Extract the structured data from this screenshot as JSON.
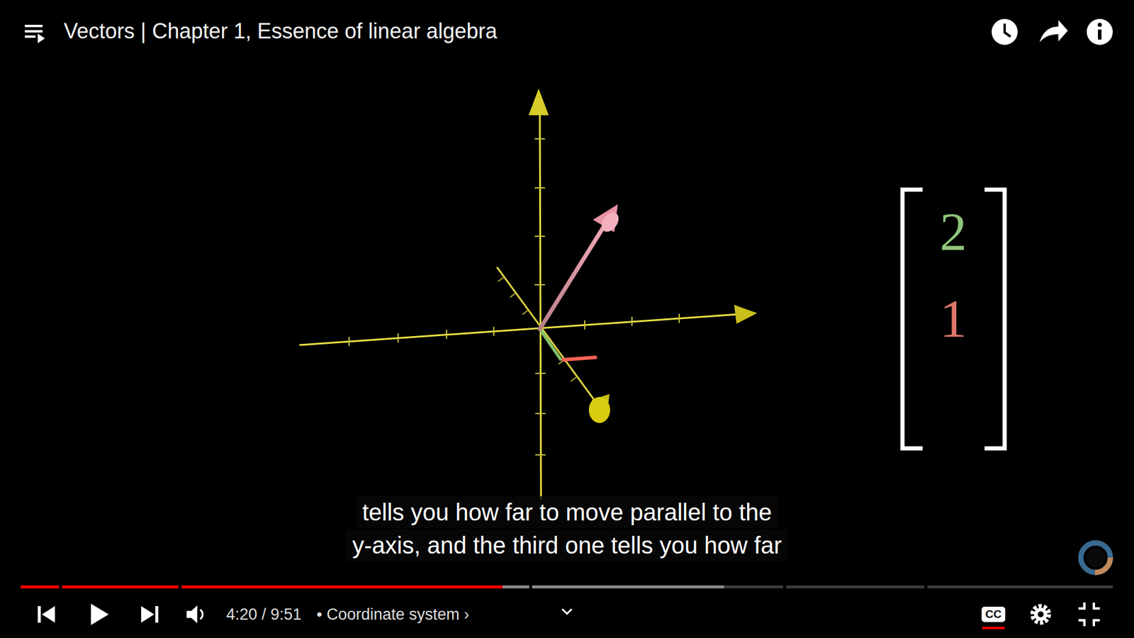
{
  "diagram": {
    "title": "Vectors | Chapter 1, Essence of linear algebra",
    "labels": [
      "2",
      "1",
      "tells you how far to move parallel to the",
      "y-axis, and the third one tells you how far",
      "4:20 / 9:51",
      "• Coordinate system ›",
      "CC"
    ]
  }
}
